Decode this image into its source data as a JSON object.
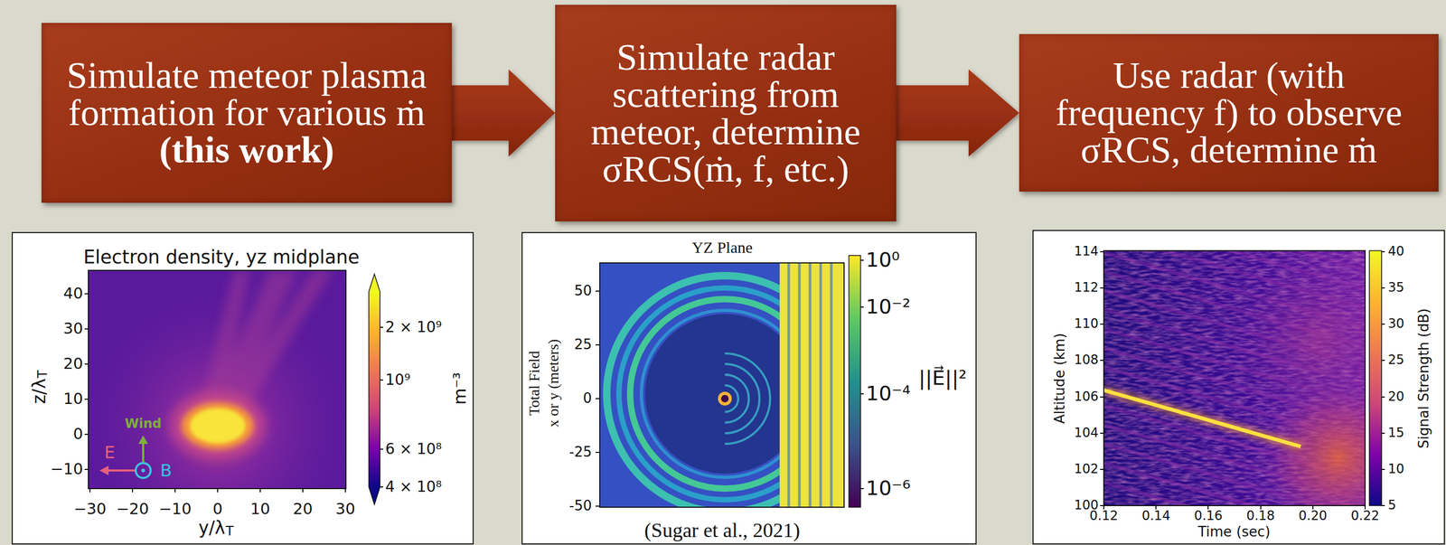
{
  "diagram": {
    "nodes": [
      {
        "text": [
          "Simulate meteor plasma formation for various ṁ",
          "(this work)"
        ]
      },
      {
        "text": [
          "Simulate radar scattering from meteor, determine σRCS(ṁ, f, etc.)"
        ]
      },
      {
        "text": [
          "Use radar (with frequency f) to observe σRCS, determine ṁ"
        ]
      }
    ],
    "edges": [
      {
        "from": 0,
        "to": 1,
        "arrow": "to"
      },
      {
        "from": 1,
        "to": 2,
        "arrow": "to"
      }
    ],
    "labels": [
      "Electron density, yz midplane",
      "40",
      "30",
      "20",
      "10",
      "0",
      "−10",
      "z/λ",
      "T",
      "−30",
      "−20",
      "−10",
      "0",
      "10",
      "20",
      "30",
      "y/λ",
      "T",
      "2 × 10⁹",
      "10⁹",
      "6 × 10⁸",
      "4 × 10⁸",
      "m⁻³",
      "Wind",
      "E",
      "B",
      "YZ Plane",
      "Total Field",
      "x or y (meters)",
      "50",
      "25",
      "0",
      "-25",
      "-50",
      "10⁰",
      "10⁻²",
      "10⁻⁴",
      "10⁻⁶",
      "||E⃗||²",
      "(Sugar et al., 2021)",
      "114",
      "112",
      "110",
      "108",
      "106",
      "104",
      "102",
      "100",
      "Altitude (km)",
      "0.12",
      "0.14",
      "0.16",
      "0.18",
      "0.20",
      "0.22",
      "Time (sec)",
      "40",
      "35",
      "30",
      "25",
      "20",
      "15",
      "10",
      "5",
      "Signal Strength (dB)"
    ]
  }
}
